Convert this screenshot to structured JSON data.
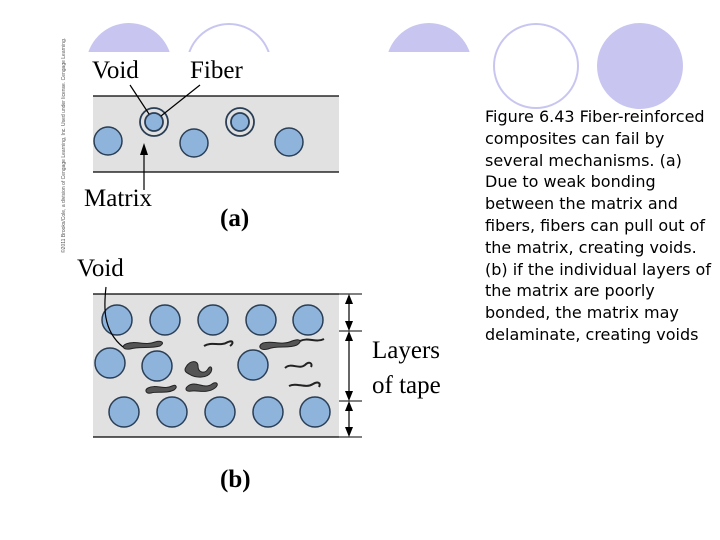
{
  "colors": {
    "decor_circle": "#c8c6f0",
    "band_fill": "#e1e1e1",
    "fiber_fill": "#8fb4dc",
    "fiber_stroke": "#2a3e55",
    "line": "#000000"
  },
  "copyright": "©2011 Brooks/Cole, a division of Cengage Learning, Inc. Used under license. Cengage Learning.",
  "panel_a": {
    "label_void": "Void",
    "label_fiber": "Fiber",
    "label_matrix": "Matrix",
    "panel_label": "(a)"
  },
  "panel_b": {
    "label_void": "Void",
    "label_layers": [
      "Layers",
      "of tape"
    ],
    "panel_label": "(b)"
  },
  "caption": "Figure 6.43  Fiber-reinforced composites can fail by several mechanisms. (a) Due to weak bonding between the matrix and fibers, fibers can pull out of the matrix, creating voids. (b) if the individual layers of the matrix are poorly bonded, the matrix may delaminate, creating voids"
}
